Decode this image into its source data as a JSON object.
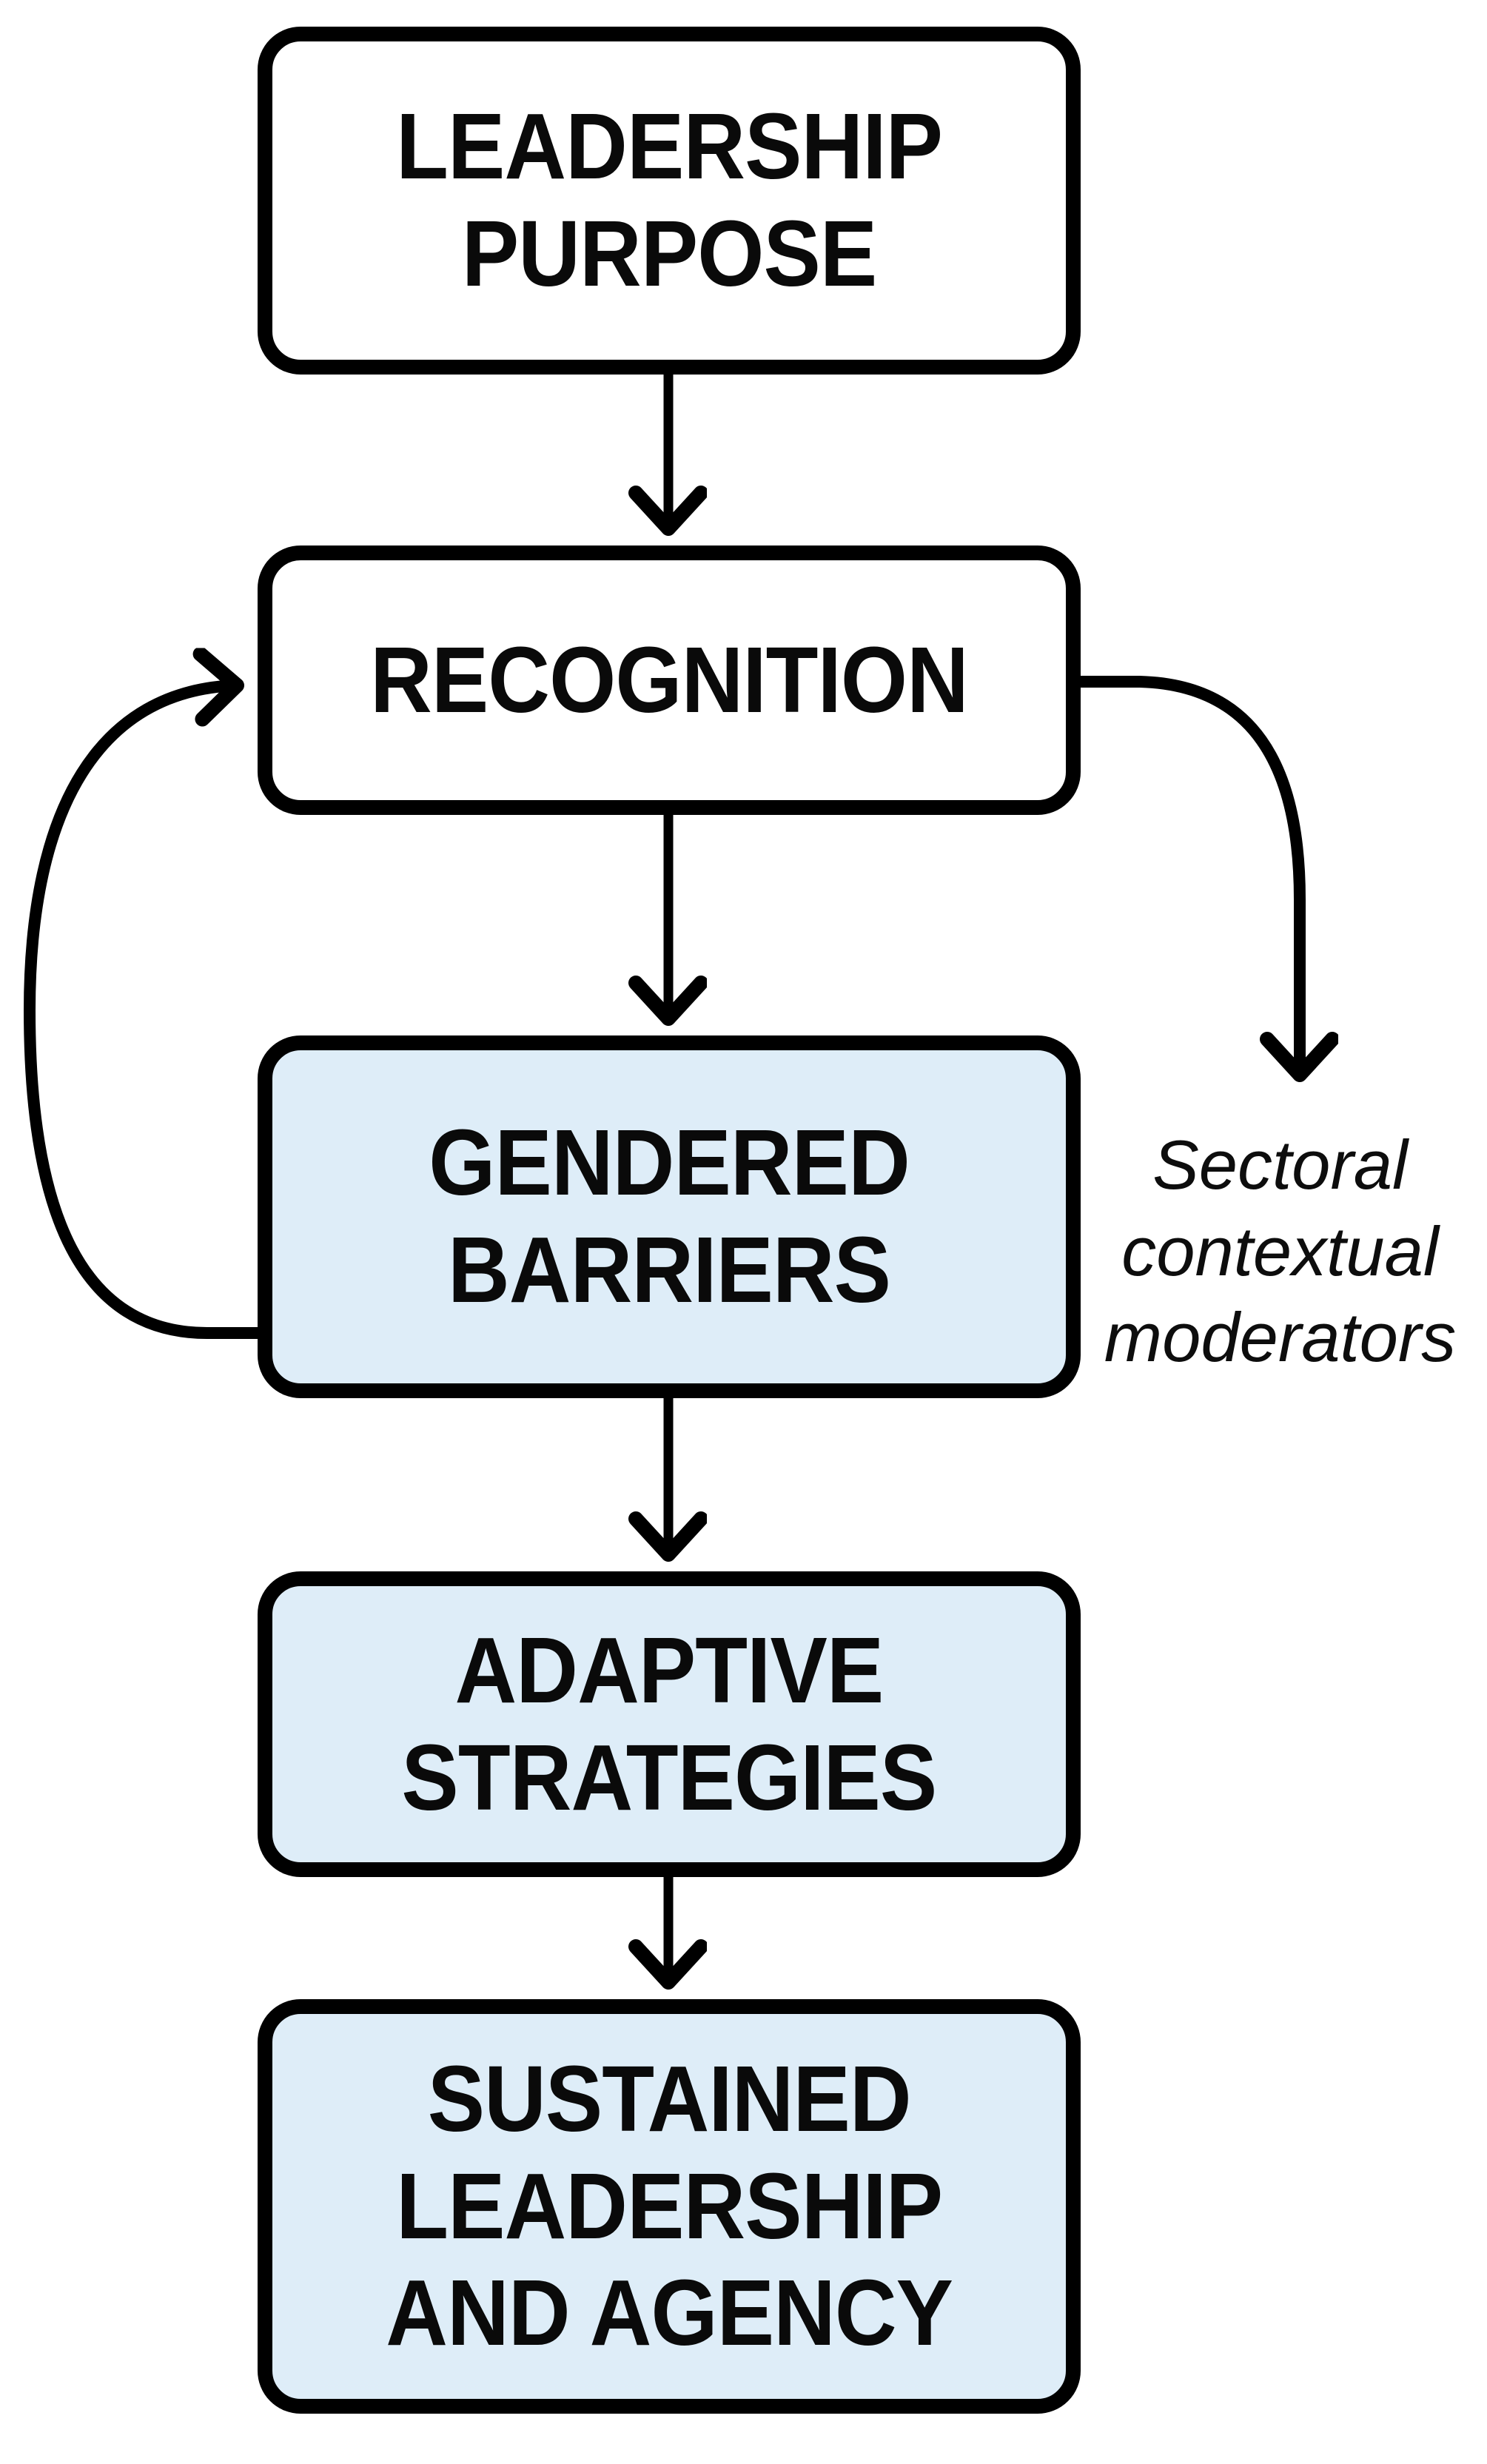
{
  "diagram": {
    "type": "flowchart",
    "nodes": [
      {
        "id": "leadership-purpose",
        "label": "LEADERSHIP\nPURPOSE",
        "fill": "#ffffff"
      },
      {
        "id": "recognition",
        "label": "RECOGNITION",
        "fill": "#ffffff"
      },
      {
        "id": "gendered-barriers",
        "label": "GENDERED\nBARRIERS",
        "fill": "#deedf8"
      },
      {
        "id": "adaptive-strategies",
        "label": "ADAPTIVE\nSTRATEGIES",
        "fill": "#deedf8"
      },
      {
        "id": "sustained-leadership-and-agency",
        "label": "SUSTAINED\nLEADERSHIP\nAND AGENCY",
        "fill": "#deedf8"
      }
    ],
    "side_label": "Sectoral\ncontextual\nmoderators",
    "edges": [
      {
        "from": "leadership-purpose",
        "to": "recognition",
        "style": "straight-down"
      },
      {
        "from": "recognition",
        "to": "gendered-barriers",
        "style": "straight-down"
      },
      {
        "from": "gendered-barriers",
        "to": "adaptive-strategies",
        "style": "straight-down"
      },
      {
        "from": "adaptive-strategies",
        "to": "sustained-leadership-and-agency",
        "style": "straight-down"
      },
      {
        "from": "gendered-barriers",
        "to": "recognition",
        "style": "curved-feedback-left"
      },
      {
        "from": "recognition",
        "to": "sectoral-contextual-moderators",
        "style": "curved-right-down"
      }
    ],
    "colors": {
      "border": "#000000",
      "arrow": "#000000",
      "text": "#0a0a0a",
      "node_white": "#ffffff",
      "node_blue": "#deedf8"
    }
  }
}
